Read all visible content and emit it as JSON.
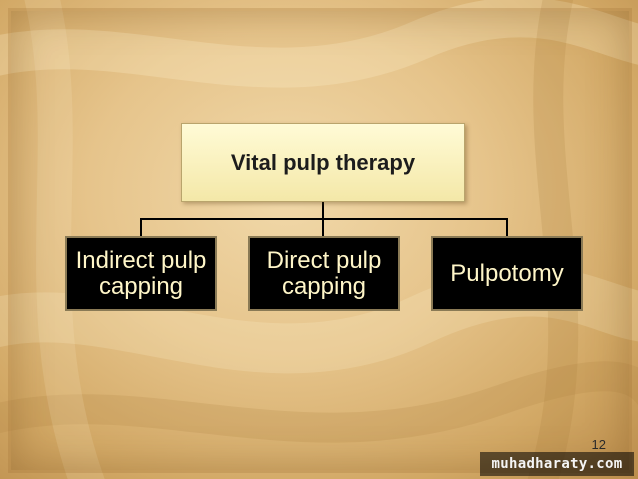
{
  "diagram": {
    "root": {
      "label": "Vital pulp therapy"
    },
    "children": [
      {
        "label": "Indirect pulp\ncapping"
      },
      {
        "label": "Direct pulp\ncapping"
      },
      {
        "label": "Pulpotomy"
      }
    ]
  },
  "footer": {
    "page_number": "12",
    "watermark": "muhadharaty.com"
  },
  "colors": {
    "background": "#e6c48b",
    "root_fill": "#fdf6c8",
    "child_fill": "#000000",
    "child_text": "#fff6c8",
    "connector": "#000000"
  }
}
